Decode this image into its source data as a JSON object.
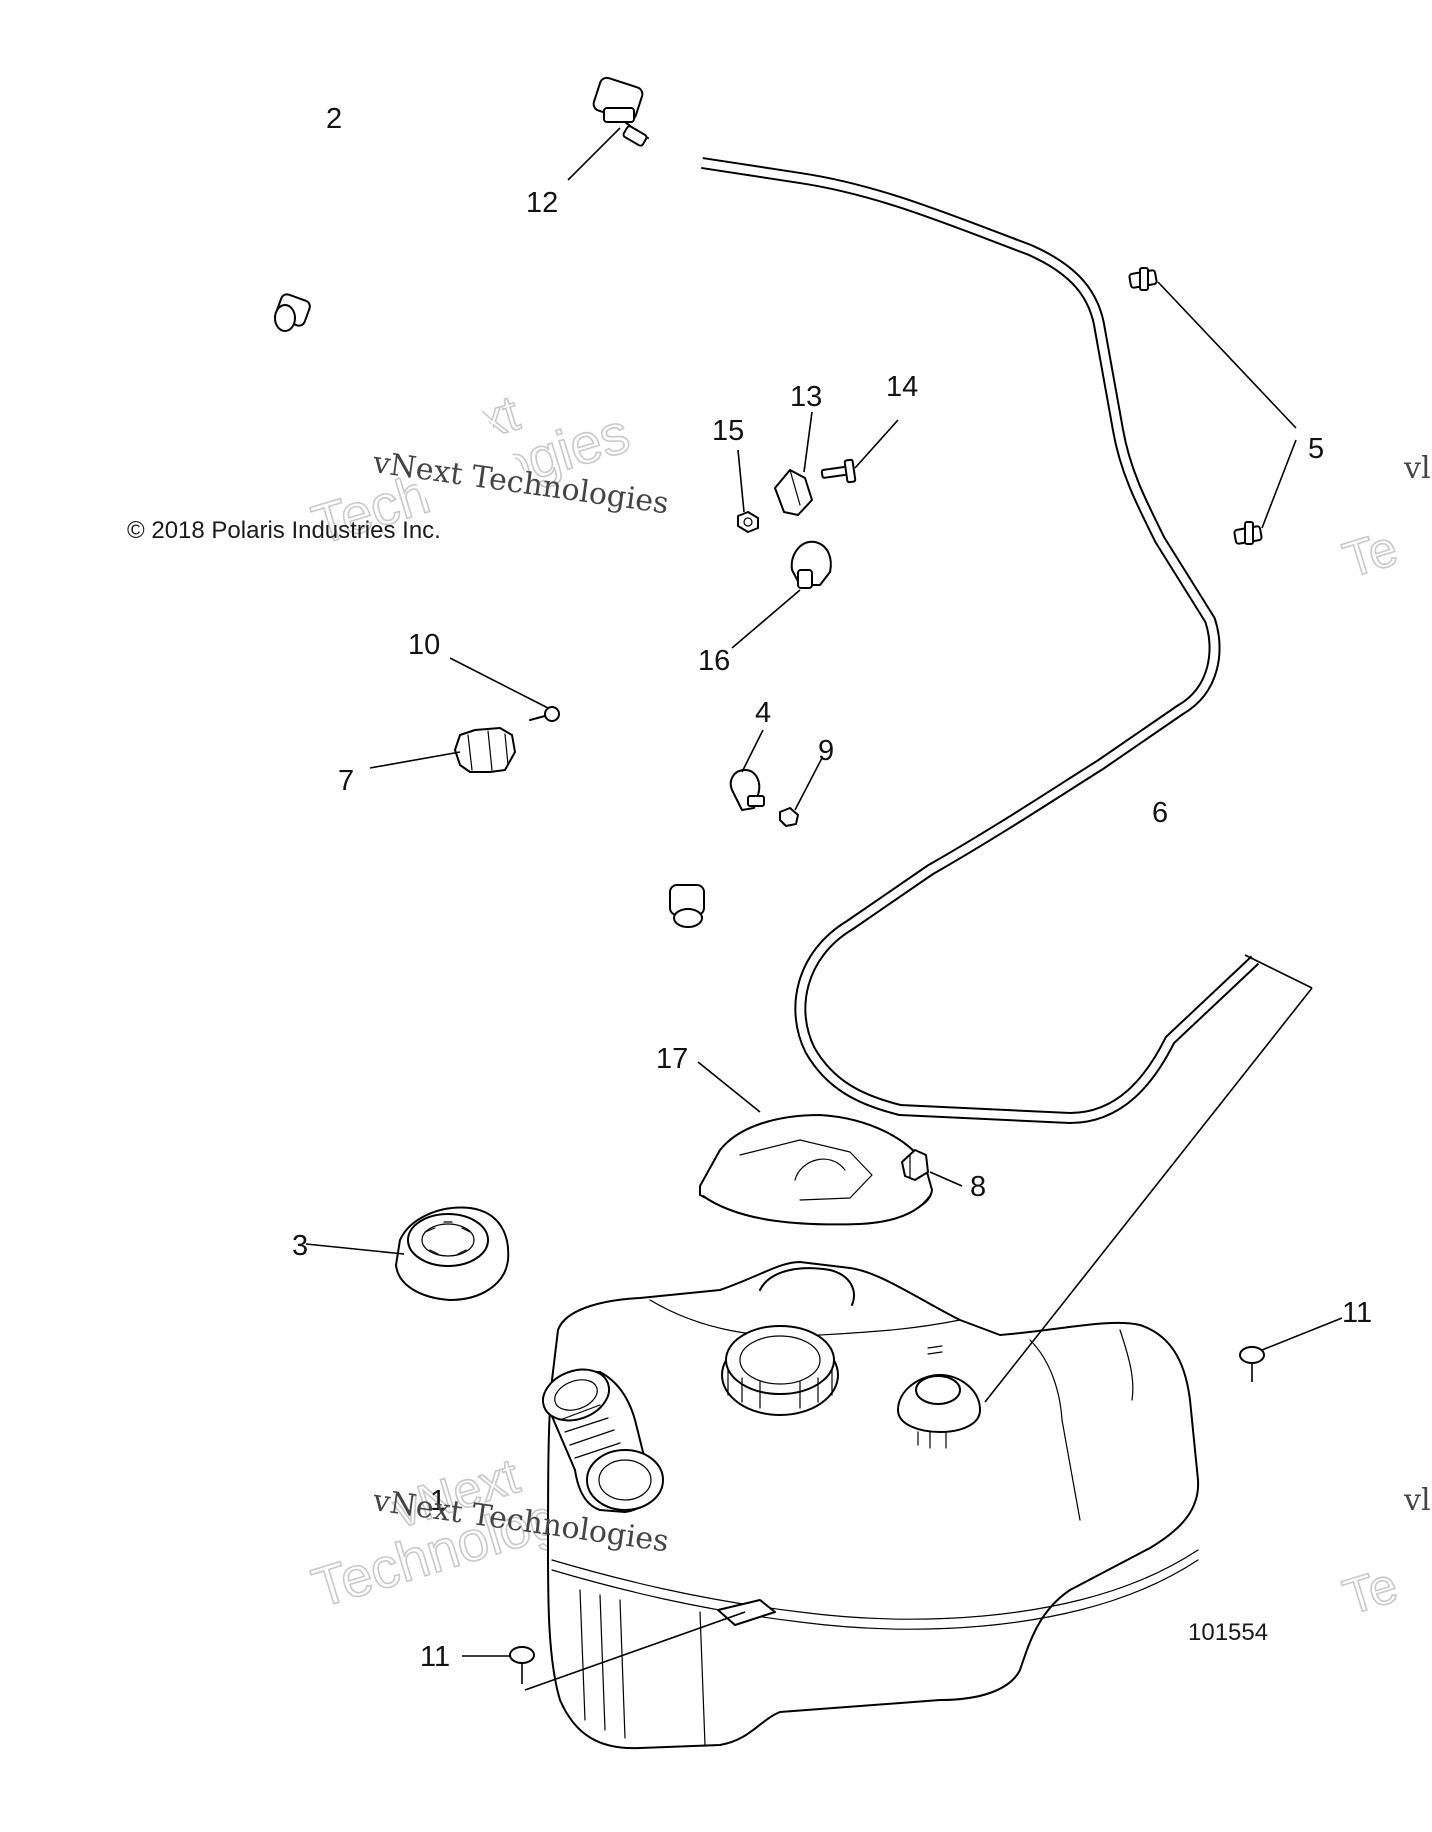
{
  "copyright": "© 2018 Polaris Industries Inc.",
  "diagram_number": "101554",
  "watermark": {
    "company": "vNext Technologies",
    "word1": "vNext",
    "word2": "Technologies",
    "edge_fragment_1": "vl",
    "edge_fragment_2": "Te"
  },
  "callouts": [
    "1",
    "2",
    "3",
    "4",
    "5",
    "6",
    "7",
    "8",
    "9",
    "10",
    "11",
    "11",
    "12",
    "13",
    "14",
    "15",
    "16",
    "17"
  ]
}
